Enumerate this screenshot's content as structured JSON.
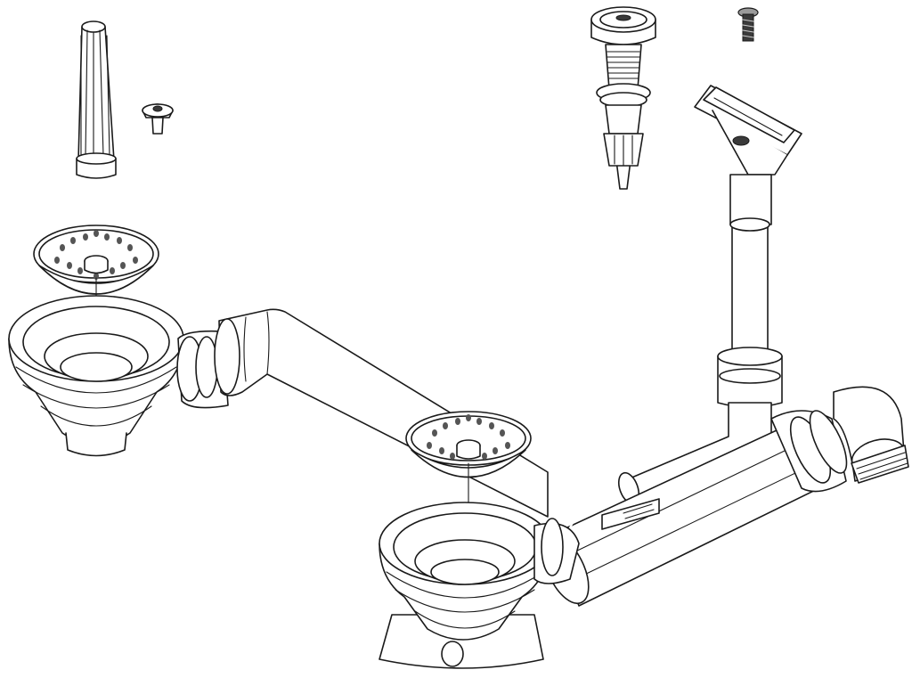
{
  "diagram": {
    "kind": "exploded-parts-illustration",
    "colors": {
      "line": "#1a1a1a",
      "fill": "#ffffff",
      "shade": "#9a9a9a"
    },
    "parts": [
      {
        "id": "part-1",
        "name": "stopper-post"
      },
      {
        "id": "part-2",
        "name": "mushroom-screw"
      },
      {
        "id": "part-3",
        "name": "left-basket-strainer"
      },
      {
        "id": "part-4",
        "name": "left-strainer-body"
      },
      {
        "id": "part-5",
        "name": "left-connecting-pipe"
      },
      {
        "id": "part-6",
        "name": "center-basket-strainer"
      },
      {
        "id": "part-7",
        "name": "center-strainer-body"
      },
      {
        "id": "part-8",
        "name": "pop-up-knob"
      },
      {
        "id": "part-9",
        "name": "bowden-cable"
      },
      {
        "id": "part-10",
        "name": "small-screw"
      },
      {
        "id": "part-11",
        "name": "overflow-rectangular"
      },
      {
        "id": "part-12",
        "name": "overflow-pipe"
      },
      {
        "id": "part-13",
        "name": "horizontal-drain-pipe"
      },
      {
        "id": "part-14",
        "name": "outlet-elbow"
      }
    ]
  }
}
